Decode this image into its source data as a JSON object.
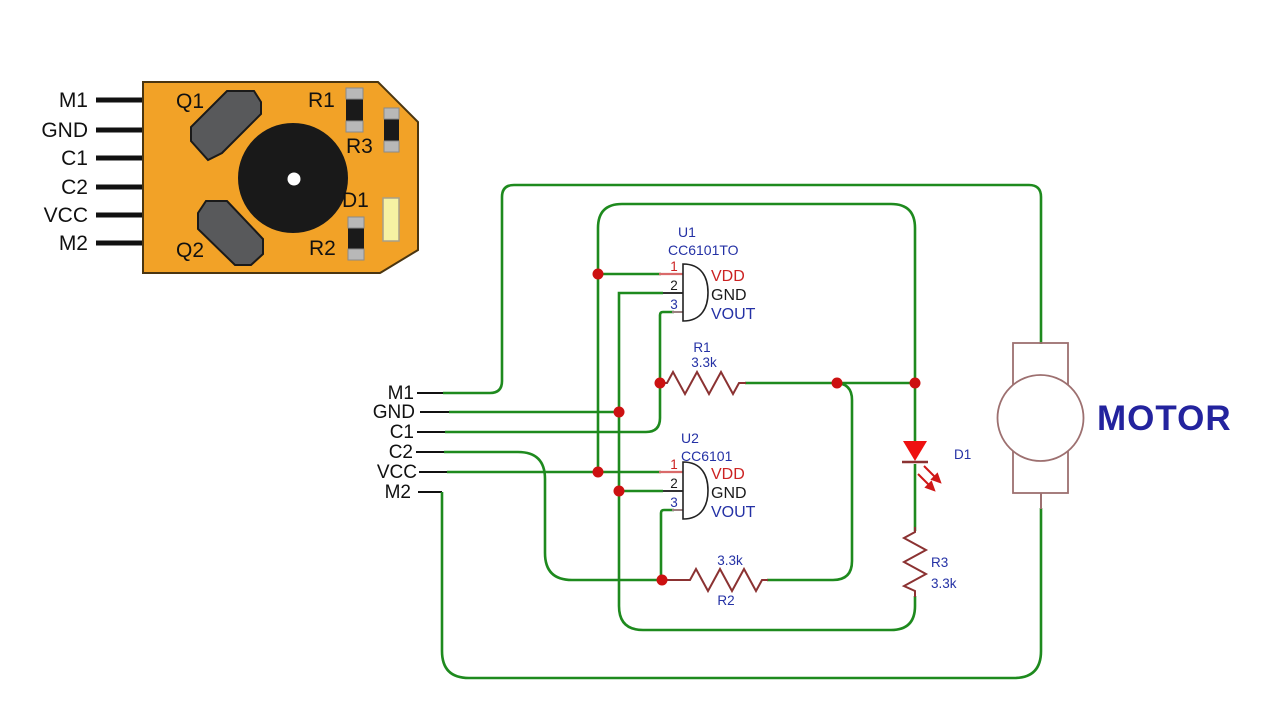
{
  "board": {
    "pins": [
      "M1",
      "GND",
      "C1",
      "C2",
      "VCC",
      "M2"
    ],
    "labels": {
      "q1": "Q1",
      "q2": "Q2",
      "r1": "R1",
      "r2": "R2",
      "r3": "R3",
      "d1": "D1"
    }
  },
  "schematic": {
    "pins": [
      "M1",
      "GND",
      "C1",
      "C2",
      "VCC",
      "M2"
    ],
    "u1": {
      "ref": "U1",
      "part": "CC6101TO",
      "pin1": "1",
      "pin2": "2",
      "pin3": "3",
      "vdd": "VDD",
      "gnd": "GND",
      "vout": "VOUT"
    },
    "u2": {
      "ref": "U2",
      "part": "CC6101",
      "pin1": "1",
      "pin2": "2",
      "pin3": "3",
      "vdd": "VDD",
      "gnd": "GND",
      "vout": "VOUT"
    },
    "r1": {
      "ref": "R1",
      "value": "3.3k"
    },
    "r2": {
      "ref": "R2",
      "value": "3.3k"
    },
    "r3": {
      "ref": "R3",
      "value": "3.3k"
    },
    "d1": {
      "ref": "D1"
    },
    "motor": {
      "label": "MOTOR"
    }
  },
  "colors": {
    "wire": "#1e8a1e",
    "junction": "#cc1111",
    "resistor": "#8b3232",
    "led": "#ee1111",
    "board_fill": "#f2a227",
    "motor_outline": "#9d7070",
    "blue_text": "#2431a5",
    "red_text": "#cc2222"
  }
}
